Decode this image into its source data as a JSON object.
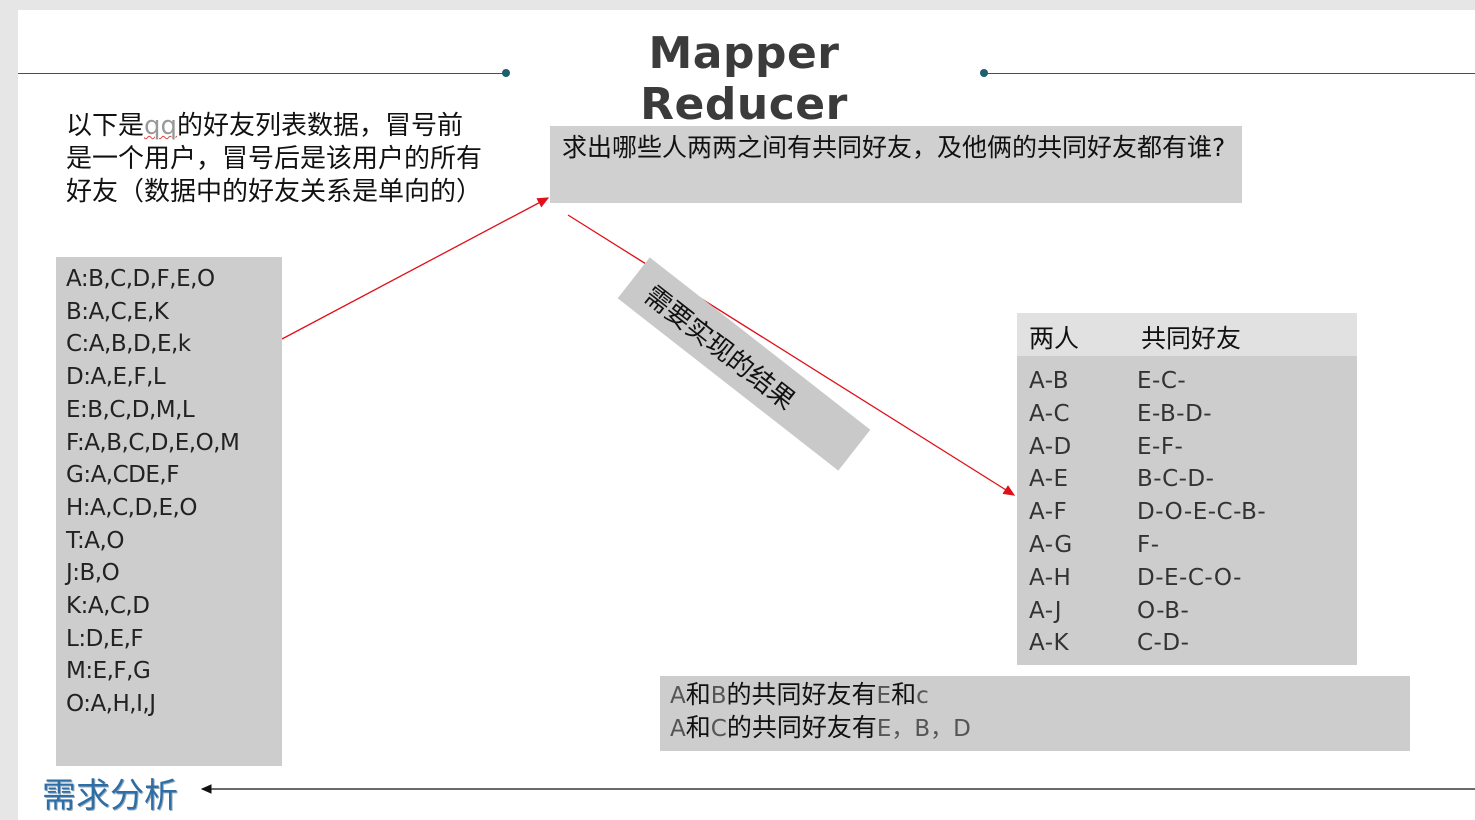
{
  "title": "Mapper Reducer",
  "intro": {
    "pre": "以下是",
    "qq": "qq",
    "post": "的好友列表数据，冒号前是一个用户，冒号后是该用户的所有好友（数据中的好友关系是单向的）"
  },
  "friend_lists": [
    "A:B,C,D,F,E,O",
    "B:A,C,E,K",
    "C:A,B,D,E,k",
    "D:A,E,F,L",
    "E:B,C,D,M,L",
    "F:A,B,C,D,E,O,M",
    "G:A,CDE,F",
    "H:A,C,D,E,O",
    "T:A,O",
    "J:B,O",
    "K:A,C,D",
    "L:D,E,F",
    "M:E,F,G",
    "O:A,H,I,J"
  ],
  "question": "求出哪些人两两之间有共同好友，及他俩的共同好友都有谁?",
  "rotated_label": "需要实现的结果",
  "result_table": {
    "headers": [
      "两人",
      "共同好友"
    ],
    "rows": [
      [
        "A-B",
        "E-C-"
      ],
      [
        "A-C",
        "E-B-D-"
      ],
      [
        "A-D",
        "E-F-"
      ],
      [
        "A-E",
        "B-C-D-"
      ],
      [
        "A-F",
        "D-O-E-C-B-"
      ],
      [
        "A-G",
        "F-"
      ],
      [
        "A-H",
        "D-E-C-O-"
      ],
      [
        "A-J",
        "O-B-"
      ],
      [
        "A-K",
        "C-D-"
      ]
    ]
  },
  "example": {
    "line1": [
      "A",
      "和",
      "B",
      "的共同好友有",
      "E",
      "和",
      "c"
    ],
    "line2": [
      "A",
      "和",
      "C",
      "的共同好友有",
      "E，B，D"
    ]
  },
  "section_label": "需求分析",
  "colors": {
    "rule": "#1f5f6e",
    "arrow": "#e0101a",
    "box_gray": "#cdcdcd",
    "section_label": "#2e6ea6"
  }
}
